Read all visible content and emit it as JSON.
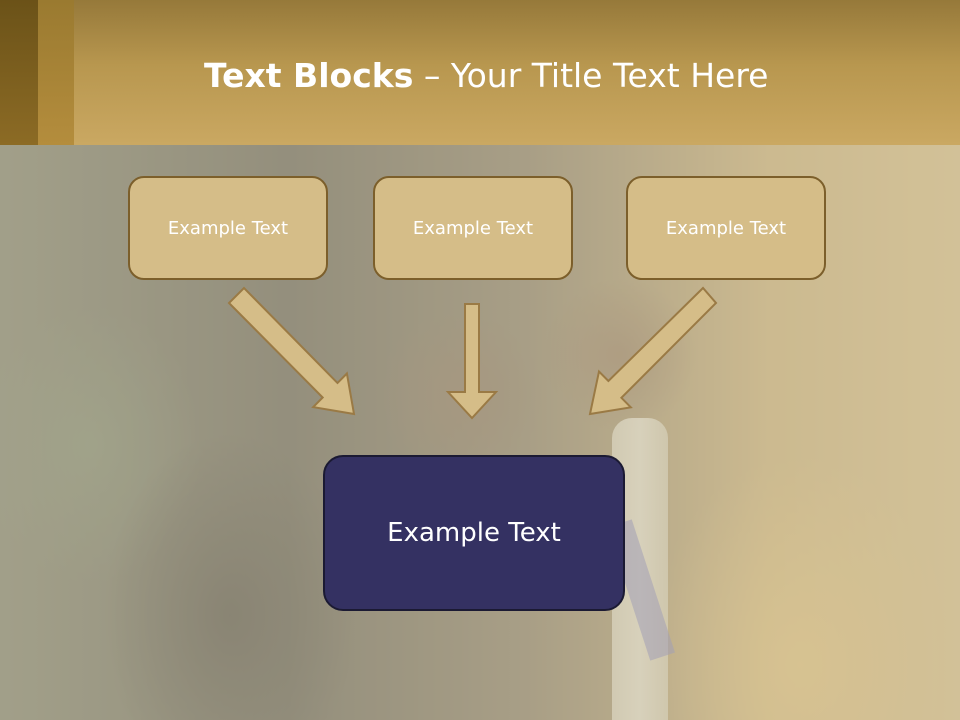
{
  "slide": {
    "title_bold": "Text Blocks",
    "title_dash": " – ",
    "title_rest": "Your Title Text Here"
  },
  "diagram": {
    "top_boxes": [
      {
        "label": "Example Text"
      },
      {
        "label": "Example Text"
      },
      {
        "label": "Example Text"
      }
    ],
    "main_box": {
      "label": "Example Text"
    }
  },
  "colors": {
    "header": "#caa862",
    "top_box_fill": "#d5bd88",
    "top_box_border": "#7c5f2b",
    "main_box_fill": "#343162",
    "arrow_fill": "#d5bd88",
    "arrow_stroke": "#9a7a45"
  },
  "icons": {
    "arrows": [
      "arrow-down-right-icon",
      "arrow-down-icon",
      "arrow-down-left-icon"
    ]
  }
}
